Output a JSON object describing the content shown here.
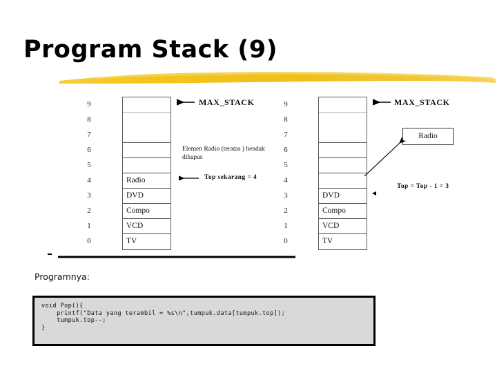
{
  "slide": {
    "title": "Program Stack (9)",
    "brush_color": "#F0C01C",
    "background": "#FFFFFF"
  },
  "diagram": {
    "index_labels": [
      "9",
      "8",
      "7",
      "6",
      "5",
      "4",
      "3",
      "2",
      "1",
      "0"
    ],
    "left_stack": {
      "name": "stack-before-pop",
      "cells": [
        {
          "index": "9",
          "value": ""
        },
        {
          "index": "8",
          "value": ""
        },
        {
          "index": "7",
          "value": ""
        },
        {
          "index": "6",
          "value": ""
        },
        {
          "index": "5",
          "value": ""
        },
        {
          "index": "4",
          "value": "Radio"
        },
        {
          "index": "3",
          "value": "DVD"
        },
        {
          "index": "2",
          "value": "Compo"
        },
        {
          "index": "1",
          "value": "VCD"
        },
        {
          "index": "0",
          "value": "TV"
        }
      ],
      "max_stack_label": "MAX_STACK",
      "note": "Elemen Radio (teratas ) hendak dihapus",
      "top_label": "Top sekarang = 4"
    },
    "right_stack": {
      "name": "stack-after-pop",
      "cells": [
        {
          "index": "9",
          "value": ""
        },
        {
          "index": "8",
          "value": ""
        },
        {
          "index": "7",
          "value": ""
        },
        {
          "index": "6",
          "value": ""
        },
        {
          "index": "5",
          "value": ""
        },
        {
          "index": "4",
          "value": ""
        },
        {
          "index": "3",
          "value": "DVD"
        },
        {
          "index": "2",
          "value": "Compo"
        },
        {
          "index": "1",
          "value": "VCD"
        },
        {
          "index": "0",
          "value": "TV"
        }
      ],
      "max_stack_label": "MAX_STACK",
      "popped_element": "Radio",
      "top_label": "Top = Top - 1 = 3"
    }
  },
  "program": {
    "label": "Programnya:",
    "code": "void Pop(){\n    printf(\"Data yang terambil = %s\\n\",tumpuk.data[tumpuk.top]);\n    tumpuk.top--;\n}"
  }
}
